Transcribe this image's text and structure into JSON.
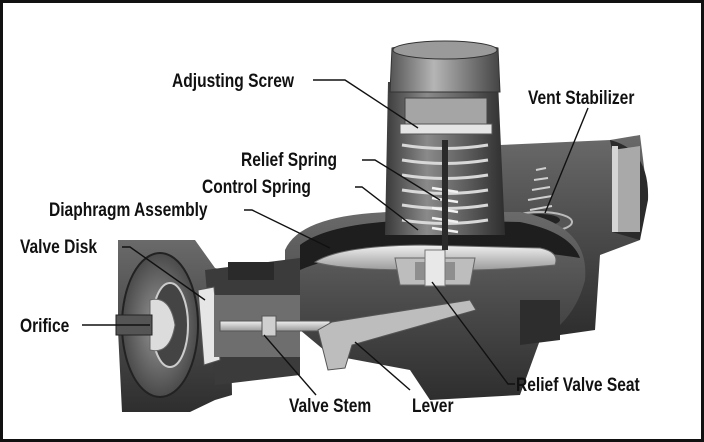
{
  "labels": {
    "adjusting_screw": "Adjusting Screw",
    "vent_stabilizer": "Vent Stabilizer",
    "relief_spring": "Relief Spring",
    "control_spring": "Control Spring",
    "diaphragm_assembly": "Diaphragm Assembly",
    "valve_disk": "Valve Disk",
    "orifice": "Orifice",
    "relief_valve_seat": "Relief Valve Seat",
    "valve_stem": "Valve Stem",
    "lever": "Lever"
  },
  "colors": {
    "border": "#111111",
    "background": "#ffffff",
    "body_dark": "#3d3d3d",
    "body_mid": "#5e5e5e",
    "body_light": "#8a8a8a",
    "metal_light": "#d9d9d9"
  }
}
